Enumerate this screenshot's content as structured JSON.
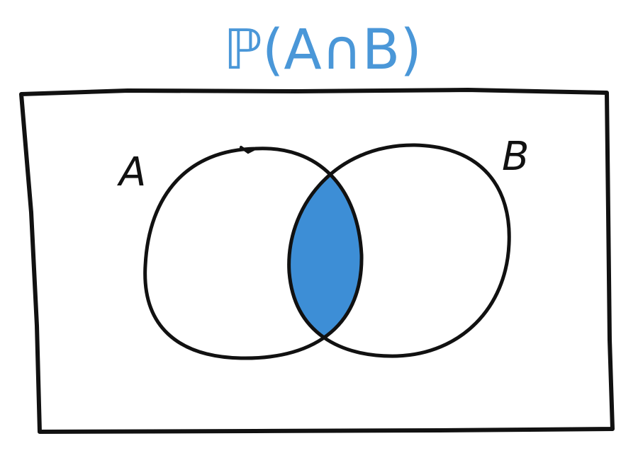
{
  "title": {
    "text": "ℙ(A∩B)",
    "color": "#4a97d8"
  },
  "sets": {
    "a_label": "A",
    "b_label": "B"
  },
  "colors": {
    "outline": "#111111",
    "intersection_fill": "#3d8ed6",
    "background": "#ffffff"
  }
}
